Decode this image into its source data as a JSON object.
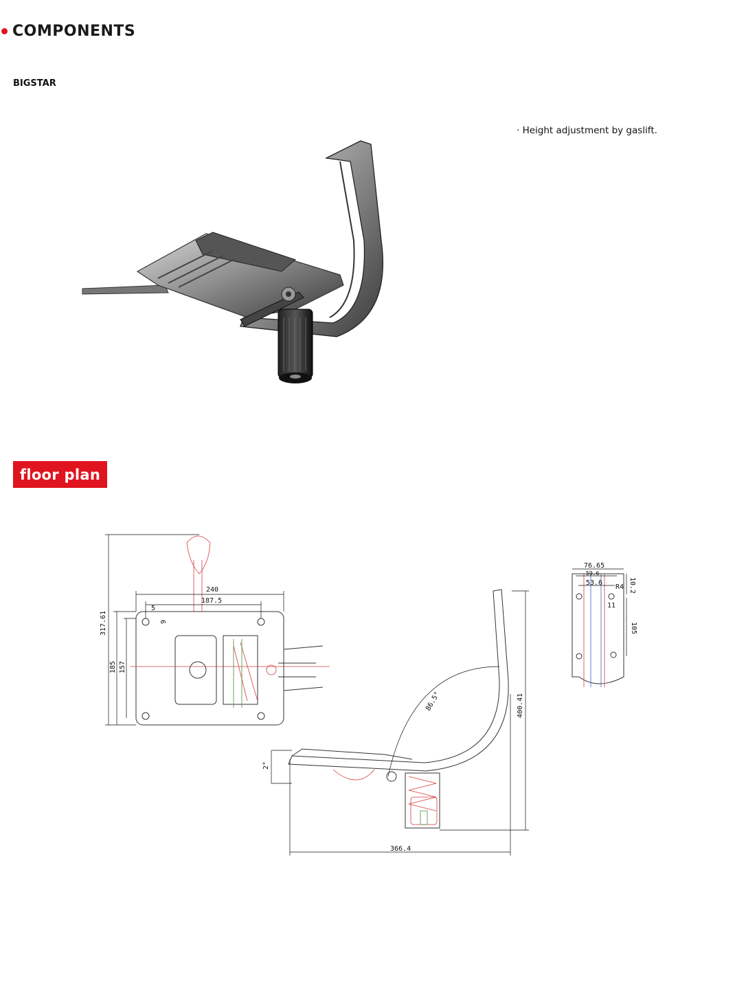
{
  "header": {
    "title": "COMPONENTS",
    "accent": "#e0141e"
  },
  "product": {
    "name": "BIGSTAR"
  },
  "features": [
    "· Height adjustment by gaslift."
  ],
  "section": {
    "label": "floor plan"
  },
  "dimensions": {
    "top_view": {
      "width_outer": "240",
      "width_inner": "187.5",
      "slot_w": "5",
      "slot_h": "9",
      "overall_h": "317.61",
      "body_h": "185",
      "inner_h": "157"
    },
    "side_view": {
      "angle": "86.5°",
      "height": "400.41",
      "length": "366.4",
      "tilt": "2°"
    },
    "bracket": {
      "w1": "76.65",
      "w2": "59.6",
      "w3": "53.6",
      "d1": "10.2",
      "r": "R4",
      "d2": "11",
      "len": "105"
    }
  }
}
